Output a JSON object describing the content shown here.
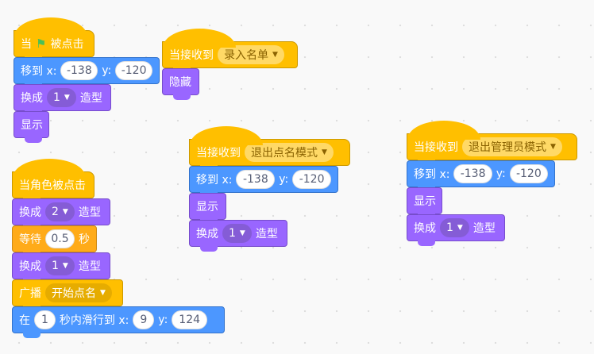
{
  "words": {
    "when": "当",
    "clicked": "被点击",
    "sprite_clicked": "当角色被点击",
    "receive": "当接收到",
    "goto": "移到 x:",
    "y": "y:",
    "switch": "换成",
    "costume": "造型",
    "show": "显示",
    "hide": "隐藏",
    "wait": "等待",
    "seconds": "秒",
    "broadcast": "广播",
    "glide_in": "在",
    "glide_to": "秒内滑行到 x:"
  },
  "values": {
    "x1": "-138",
    "y1": "-120",
    "costume_1": "1",
    "costume_2": "2",
    "wait_secs": "0.5",
    "glide_secs": "1",
    "glide_x": "9",
    "glide_y": "124"
  },
  "messages": {
    "enter_list": "录入名单",
    "exit_roll": "退出点名模式",
    "exit_admin": "退出管理员模式",
    "start_roll": "开始点名"
  },
  "colors": {
    "events": "#FFBF00",
    "motion": "#4C97FF",
    "looks": "#9966FF",
    "control": "#FFAB19"
  },
  "icons": {
    "flag": "green-flag-icon",
    "caret": "dropdown-caret-icon"
  }
}
